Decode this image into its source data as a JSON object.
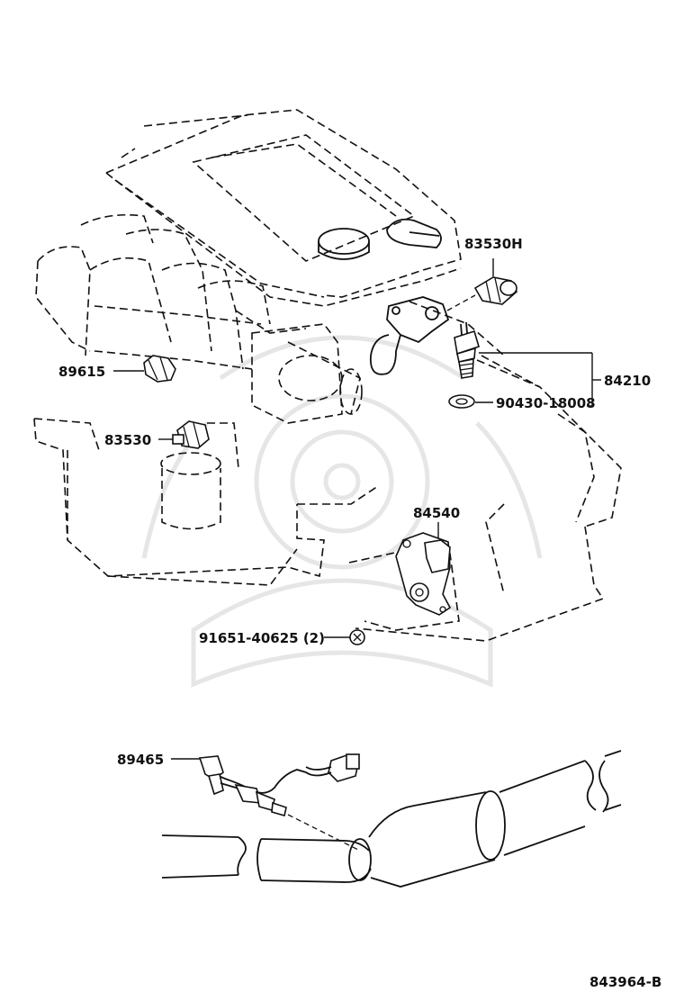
{
  "diagram_id": "843964-B",
  "parts": [
    {
      "id": "p83530H",
      "label": "83530H"
    },
    {
      "id": "p84210",
      "label": "84210"
    },
    {
      "id": "p9043018008",
      "label": "90430-18008"
    },
    {
      "id": "p89615",
      "label": "89615"
    },
    {
      "id": "p83530",
      "label": "83530"
    },
    {
      "id": "p84540",
      "label": "84540"
    },
    {
      "id": "p9165140625",
      "label": "91651-40625 (2)"
    },
    {
      "id": "p89465",
      "label": "89465"
    }
  ]
}
